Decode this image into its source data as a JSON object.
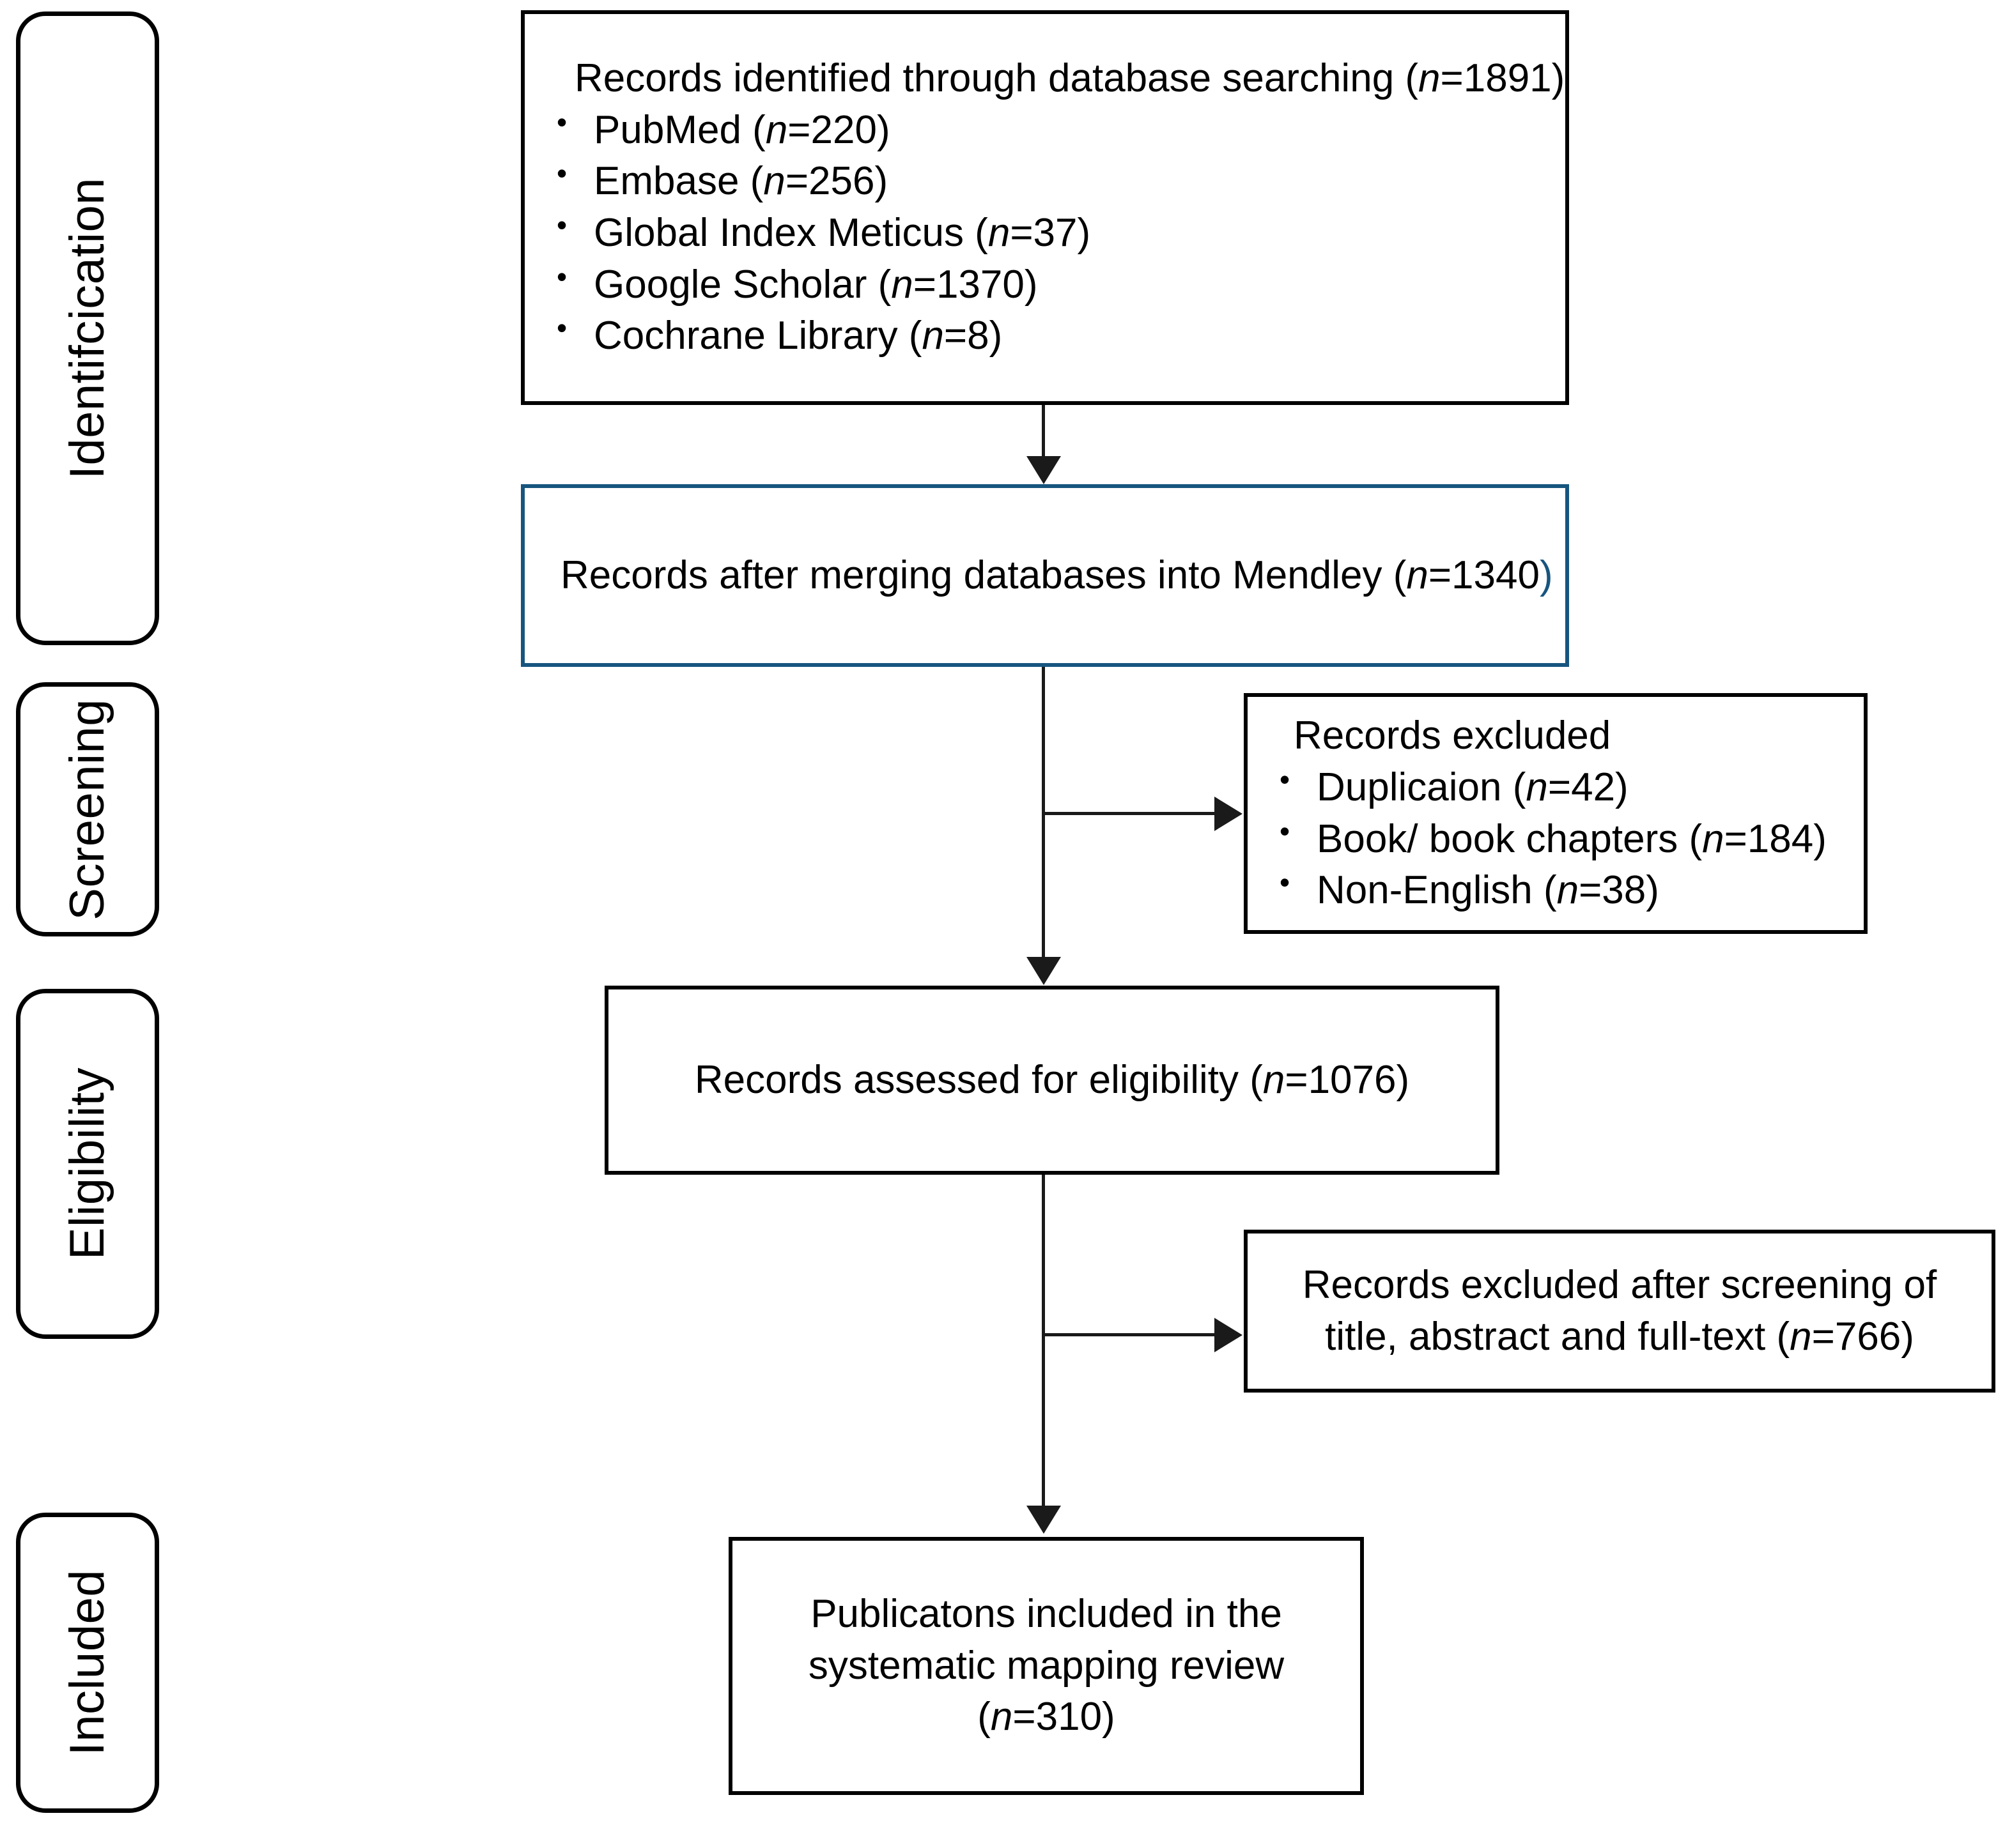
{
  "diagram": {
    "title": "PRISMA flow diagram",
    "accent_color": "#17557F",
    "line_color": "#1a1a1a",
    "border_color": "#000000"
  },
  "stages": [
    {
      "id": "identification",
      "label": "Identifcication"
    },
    {
      "id": "screening",
      "label": "Screening"
    },
    {
      "id": "eligibility",
      "label": "Eligibility"
    },
    {
      "id": "included",
      "label": "Included"
    }
  ],
  "boxes": {
    "identified": {
      "heading_pre": "Records identified through database searching (",
      "heading_italic": "n",
      "heading_post": "=1891)",
      "sources": [
        {
          "pre": "PubMed (",
          "italic": "n",
          "post": "=220)"
        },
        {
          "pre": "Embase (",
          "italic": "n",
          "post": "=256)"
        },
        {
          "pre": "Global Index Meticus (",
          "italic": "n",
          "post": "=37)"
        },
        {
          "pre": "Google Scholar (",
          "italic": "n",
          "post": "=1370)"
        },
        {
          "pre": "Cochrane Library (",
          "italic": "n",
          "post": "=8)"
        }
      ]
    },
    "merged": {
      "pre": "Records after merging databases into Mendley (",
      "italic": "n",
      "post": "=1340",
      "trailing_paren": ")"
    },
    "excluded_screening": {
      "heading": "Records excluded",
      "reasons": [
        {
          "pre": "Duplicaion (",
          "italic": "n",
          "post": "=42)"
        },
        {
          "pre": "Book/ book chapters (",
          "italic": "n",
          "post": "=184)"
        },
        {
          "pre": "Non-English (",
          "italic": "n",
          "post": "=38)"
        }
      ]
    },
    "assessed": {
      "pre": "Records assessed for eligibility (",
      "italic": "n",
      "post": "=1076)"
    },
    "excluded_fulltext": {
      "line1": "Records excluded after screening of",
      "line2_pre": "title, abstract and full-text (",
      "line2_italic": "n",
      "line2_post": "=766)"
    },
    "included": {
      "line1": "Publicatons included in the",
      "line2": "systematic mapping review",
      "line3_pre": "(",
      "line3_italic": "n",
      "line3_post": "=310)"
    }
  }
}
